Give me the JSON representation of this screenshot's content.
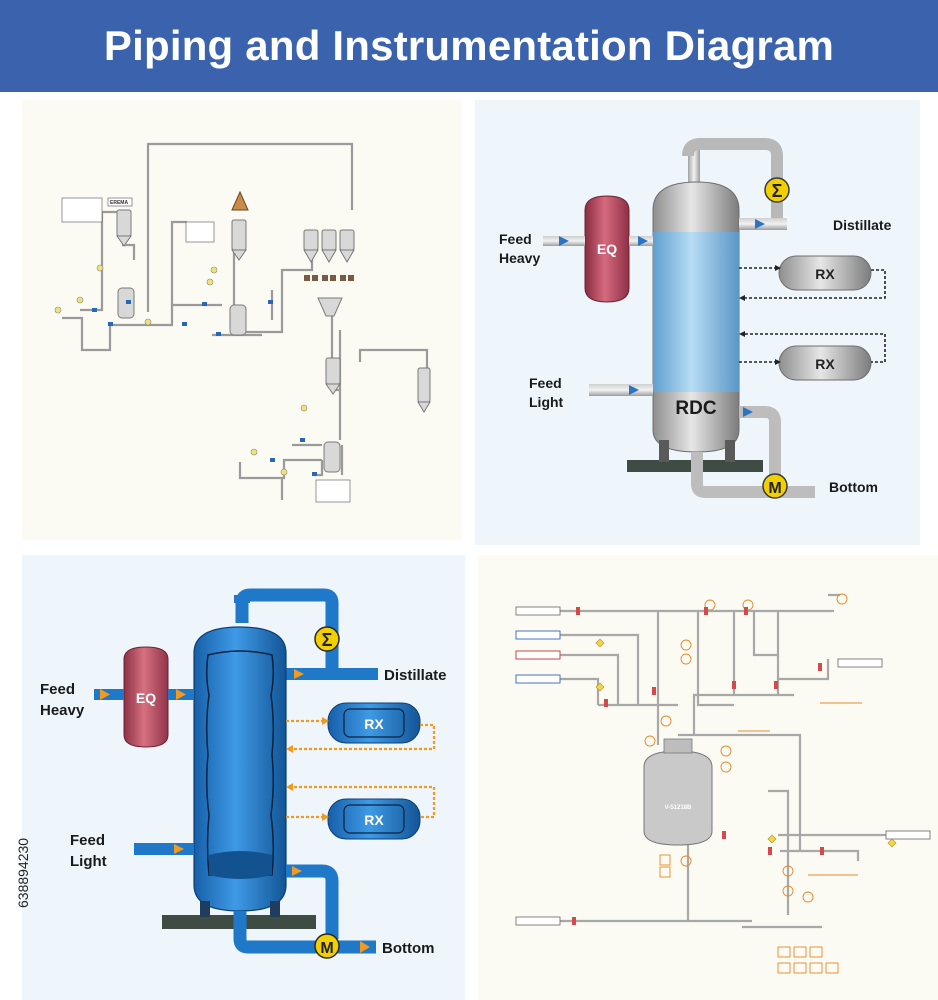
{
  "title": "Piping and Instrumentation Diagram",
  "stock_id": "638894230",
  "panel_a": {
    "vessel_label": "EREMA"
  },
  "panel_b": {
    "feed_heavy": [
      "Feed",
      "Heavy"
    ],
    "feed_light": [
      "Feed",
      "Light"
    ],
    "distillate": "Distillate",
    "bottom": "Bottom",
    "eq": "EQ",
    "rx": "RX",
    "column": "RDC"
  },
  "panel_c": {
    "feed_heavy": [
      "Feed",
      "Heavy"
    ],
    "feed_light": [
      "Feed",
      "Light"
    ],
    "distillate": "Distillate",
    "bottom": "Bottom",
    "eq": "EQ",
    "rx": "RX"
  },
  "panel_d": {
    "vessel_label": "V-51218B"
  },
  "colors": {
    "banner": "#3a62ad",
    "panel_bg_cream": "#fbfaf3",
    "panel_bg_blue": "#eef6fc",
    "eq_vessel": "#b6485e",
    "blue_pipe": "#1f78c8",
    "arrow_orange": "#f29a1e"
  }
}
